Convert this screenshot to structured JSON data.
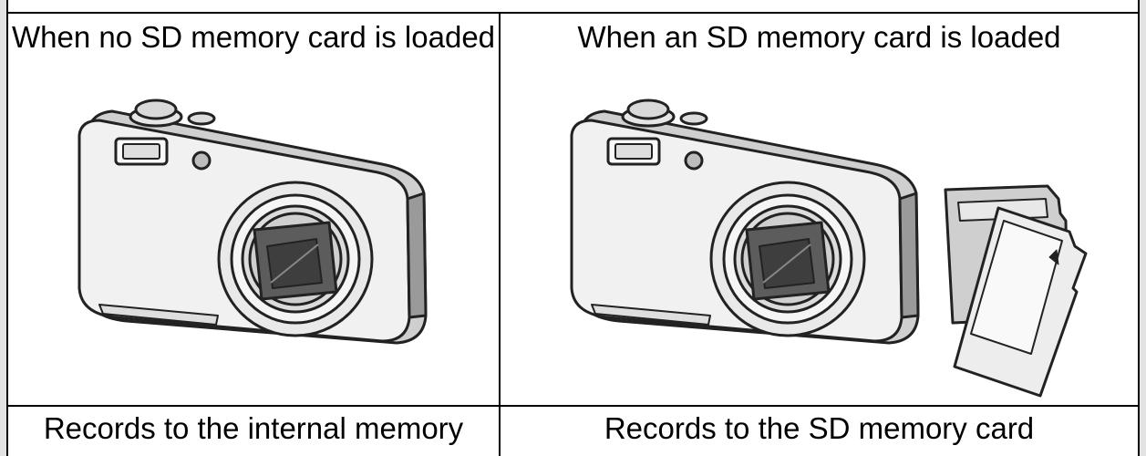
{
  "table": {
    "headers": [
      "When no SD memory card is loaded",
      "When an SD memory card is loaded"
    ],
    "results": [
      "Records to the internal memory",
      "Records to the SD memory card"
    ]
  },
  "illustrations": {
    "left": [
      "camera-icon"
    ],
    "right": [
      "camera-icon",
      "sd-card-icon"
    ]
  },
  "colors": {
    "background": "#e3e3e3",
    "cell": "#ffffff",
    "rule": "#000000"
  }
}
